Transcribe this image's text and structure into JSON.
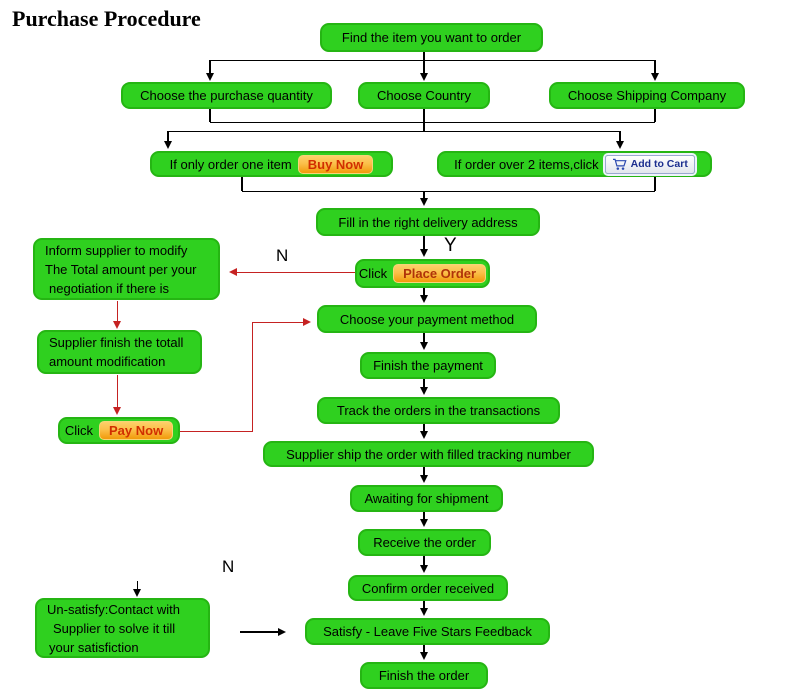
{
  "title": "Purchase Procedure",
  "flow": {
    "find_item": "Find the item you want to order",
    "choose_quantity": "Choose the purchase quantity",
    "choose_country": "Choose Country",
    "choose_shipping": "Choose Shipping Company",
    "order_one": "If only order one item",
    "order_two": "If order over 2 items,click",
    "fill_address": "Fill in the right delivery address",
    "click_label": "Click",
    "choose_payment": "Choose your payment method",
    "finish_payment": "Finish the payment",
    "track_orders": "Track the orders in the transactions",
    "supplier_ship": "Supplier ship the order with filled tracking number",
    "awaiting_shipment": "Awaiting for shipment",
    "receive_order": "Receive the order",
    "confirm_received": "Confirm order received",
    "satisfy_feedback": "Satisfy - Leave Five Stars Feedback",
    "finish_order": "Finish the order",
    "inform_supplier": {
      "lines": [
        "Inform supplier to modify",
        "The Total amount per your",
        "negotiation if there is"
      ]
    },
    "supplier_finish": {
      "lines": [
        "Supplier finish the totall",
        "amount modification"
      ]
    },
    "unsatisfy": {
      "lines": [
        "Un-satisfy:Contact with",
        "Supplier to solve it till",
        "your satisfiction"
      ]
    }
  },
  "buttons": {
    "buy_now": "Buy Now",
    "add_to_cart": "Add to Cart",
    "place_order": "Place Order",
    "pay_now": "Pay Now"
  },
  "labels": {
    "yes": "Y",
    "no_modify": "N",
    "no_satisfy": "N"
  },
  "icons": {
    "cart": "cart-icon"
  },
  "colors": {
    "node_fill": "#2fd01f",
    "node_border": "#25b513",
    "connector_black": "#000000",
    "connector_red": "#c52222",
    "button_orange_top": "#fdd06a",
    "button_orange_bottom": "#f29a0a",
    "button_text_red": "#d12e00",
    "cart_button_text": "#1c2f8f"
  }
}
